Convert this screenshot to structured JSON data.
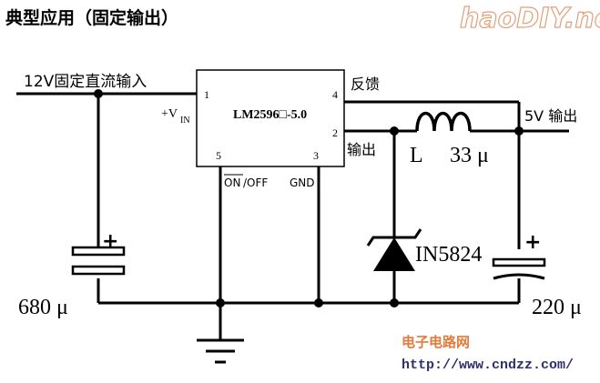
{
  "title": "典型应用（固定输出）",
  "watermark_logo": "haoDIY.net",
  "chip": {
    "name": "LM2596□-5.0",
    "pin1": "1",
    "pin2": "2",
    "pin3": "3",
    "pin4": "4",
    "pin5": "5",
    "vin_label_main": "+V",
    "vin_label_sub": "IN",
    "on_label": "ON",
    "off_label": "/OFF",
    "gnd_label": "GND"
  },
  "labels": {
    "input": "12V固定直流输入",
    "feedback": "反馈",
    "output_pin": "输出",
    "output_5v": "5V 输出",
    "inductor": "L",
    "inductor_value": "33 μ",
    "diode": "IN5824",
    "cap_in": "680 μ",
    "cap_out": "220 μ",
    "cap_in_plus": "+",
    "cap_out_plus": "+"
  },
  "footer": {
    "site_name": "电子电路网",
    "url": "http://www.cndzz.com/"
  },
  "colors": {
    "line": "#000000",
    "watermark_text": "#f2c2a2",
    "footer_name": "#e47a3a",
    "footer_url": "#2f2f6f"
  }
}
